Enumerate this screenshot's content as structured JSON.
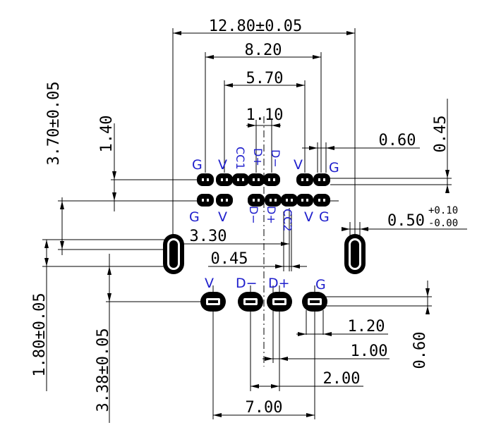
{
  "colors": {
    "line": "#000000",
    "pin_label": "#1f1fcc",
    "background": "#ffffff"
  },
  "dimensions": {
    "overall_width": "12.80±0.05",
    "row_pitch_span": "8.20",
    "inner_span": "5.70",
    "pin_pitch": "1.10",
    "pad_width": "0.60",
    "pad_height": "0.45",
    "slot_width_base": "0.50",
    "slot_tol_plus": "+0.10",
    "slot_tol_minus": "-0.00",
    "slot_offset": "3.30",
    "pad_gap": "0.45",
    "front_height": "3.70±0.05",
    "row_offset": "1.40",
    "slot_height": "1.80±0.05",
    "rear_row_offset": "3.38±0.05",
    "rear_pitch_a": "1.20",
    "rear_pitch_b": "1.00",
    "rear_span_a": "2.00",
    "rear_span_total": "7.00",
    "rear_pad_height": "0.60"
  },
  "pins": {
    "top_row": [
      "G",
      "V",
      "CC1",
      "D+",
      "D−",
      "V",
      "G"
    ],
    "bottom_row": [
      "G",
      "V",
      "D−",
      "D+",
      "CC2",
      "V",
      "G"
    ],
    "rear_row": [
      "V",
      "D−",
      "D+",
      "G"
    ]
  }
}
